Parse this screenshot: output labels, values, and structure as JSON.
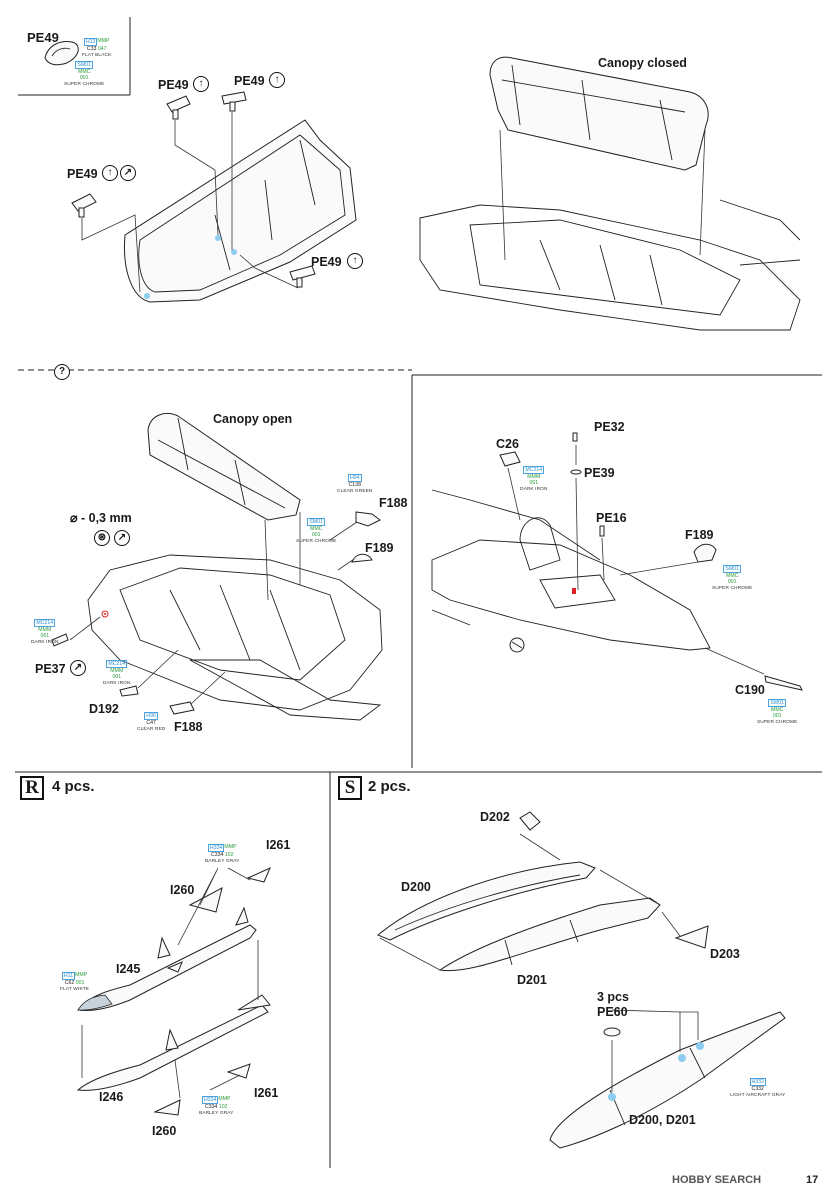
{
  "labels": {
    "pe49_top": "PE49",
    "pe49_a": "PE49",
    "pe49_b": "PE49",
    "pe49_c": "PE49",
    "pe49_d": "PE49",
    "canopy_closed": "Canopy closed",
    "canopy_open": "Canopy open",
    "drill": "⌀ - 0,3 mm",
    "f188_a": "F188",
    "f188_b": "F188",
    "f189_a": "F189",
    "f189_b": "F189",
    "pe37": "PE37",
    "d192": "D192",
    "c26": "C26",
    "pe32": "PE32",
    "pe39": "PE39",
    "pe16": "PE16",
    "c190": "C190",
    "i261_a": "I261",
    "i261_b": "I261",
    "i260_a": "I260",
    "i260_b": "I260",
    "i245": "I245",
    "i246": "I246",
    "d202": "D202",
    "d200": "D200",
    "d201": "D201",
    "d203": "D203",
    "pe60": "PE60",
    "pcs3": "3 pcs",
    "d200_d201": "D200, D201"
  },
  "sections": {
    "r_letter": "R",
    "r_count": "4 pcs.",
    "s_letter": "S",
    "s_count": "2 pcs.",
    "question": "?"
  },
  "paints": {
    "flat_black": {
      "l1a": "H12",
      "l1b": "MMP",
      "l2a": "C33",
      "l2b": "047",
      "name": "FLAT BLACK"
    },
    "super_chrome_1": {
      "l1": "SM01",
      "l2": "MMC",
      "l3": "001",
      "name": "SUPER CHROME"
    },
    "clear_green": {
      "l1": "H94",
      "l2": "C138",
      "name": "CLEAR GREEN"
    },
    "super_chrome_2": {
      "l1": "SM01",
      "l2": "MMC",
      "l3": "001",
      "name": "SUPER CHROME"
    },
    "dark_iron_1": {
      "l1": "MC214",
      "l2": "MMM",
      "l3": "061",
      "name": "DARK IRON"
    },
    "dark_iron_2": {
      "l1": "MC214",
      "l2": "MMM",
      "l3": "001",
      "name": "DARK IRON"
    },
    "clear_red": {
      "l1": "H90",
      "l2": "C47",
      "name": "CLEAR RED"
    },
    "dark_iron_3": {
      "l1": "MC214",
      "l2": "MMM",
      "l3": "001",
      "name": "DARK IRON"
    },
    "super_chrome_3": {
      "l1": "SM01",
      "l2": "MMC",
      "l3": "001",
      "name": "SUPER CHROME"
    },
    "super_chrome_4": {
      "l1": "SM01",
      "l2": "MMC",
      "l3": "001",
      "name": "SUPER CHROME"
    },
    "barley_gray_1": {
      "l1a": "H334",
      "l1b": "MMP",
      "l2a": "C334",
      "l2b": "102",
      "name": "BARLEY GRAY"
    },
    "flat_white": {
      "l1a": "H11",
      "l1b": "MMP",
      "l2a": "C62",
      "l2b": "001",
      "name": "FLAT WHITE"
    },
    "barley_gray_2": {
      "l1a": "H334",
      "l1b": "MMP",
      "l2a": "C334",
      "l2b": "102",
      "name": "BARLEY GRAY"
    },
    "light_aircraft_gray": {
      "l1": "H332",
      "l2": "C332",
      "name": "LIGHT AIRCRAFT GRAY"
    }
  },
  "footer": {
    "watermark": "HOBBY SEARCH",
    "page": "17"
  }
}
